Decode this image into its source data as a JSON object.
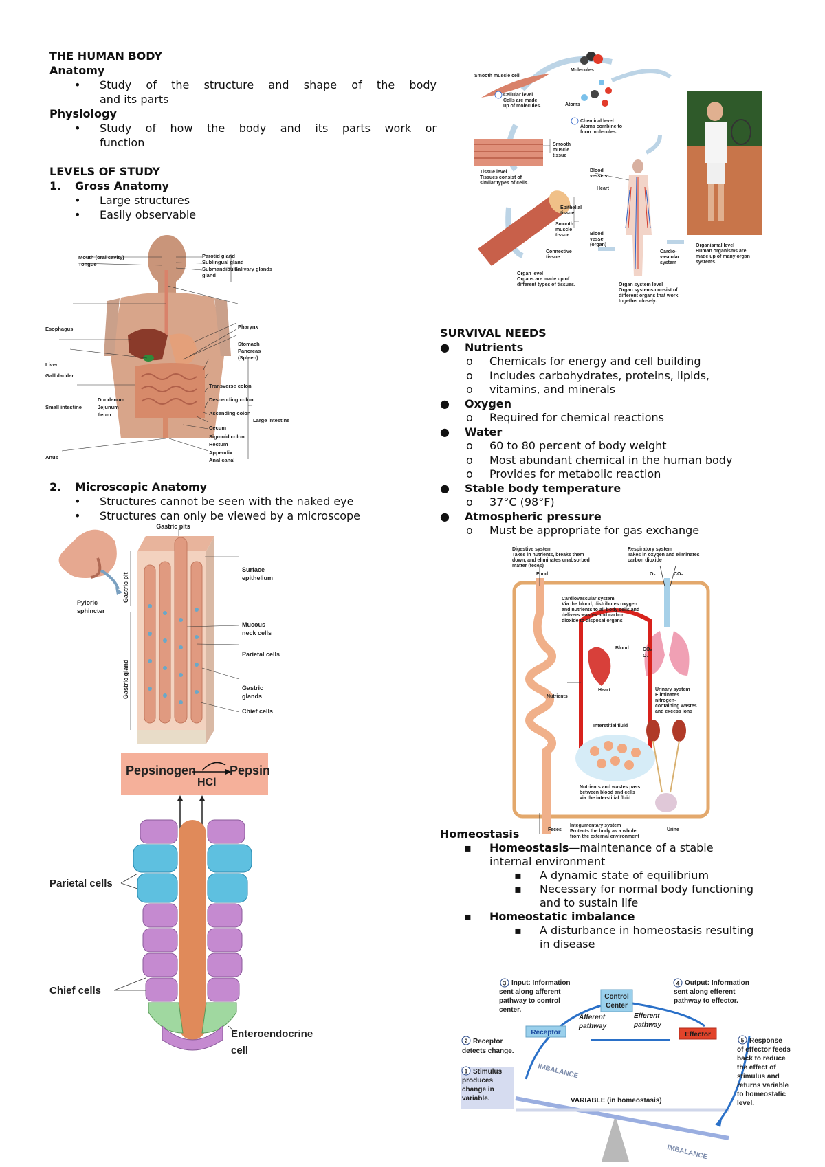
{
  "left": {
    "title": "THE HUMAN BODY",
    "anatomy_heading": "Anatomy",
    "anatomy_text_1": "Study of the structure and shape of the body",
    "anatomy_text_2": "and its parts",
    "physiology_heading": "Physiology",
    "physiology_text_1": "Study of how the body and its parts work or",
    "physiology_text_2": "function",
    "levels_heading": "LEVELS OF STUDY",
    "gross_number": "1.",
    "gross_heading": "Gross Anatomy",
    "gross_items": [
      "Large structures",
      "Easily observable"
    ],
    "micro_number": "2.",
    "micro_heading": "Microscopic Anatomy",
    "micro_items": [
      "Structures cannot be seen with the naked eye",
      "Structures can only be viewed by a microscope"
    ]
  },
  "digestive_figure": {
    "labels": {
      "mouth": "Mouth (oral cavity)",
      "tongue": "Tongue",
      "esophagus": "Esophagus",
      "liver": "Liver",
      "gallbladder": "Gallbladder",
      "small_intestine": "Small intestine",
      "anus": "Anus",
      "parotid": "Parotid gland",
      "sublingual": "Sublingual gland",
      "submandibular": "Submandibular",
      "gland": "gland",
      "salivary": "Salivary glands",
      "pharynx": "Pharynx",
      "stomach": "Stomach",
      "pancreas": "Pancreas",
      "spleen": "(Spleen)",
      "duodenum": "Duodenum",
      "jejunum": "Jejunum",
      "ileum": "Ileum",
      "transverse": "Transverse colon",
      "descending": "Descending colon",
      "ascending": "Ascending colon",
      "cecum": "Cecum",
      "sigmoid": "Sigmoid colon",
      "rectum": "Rectum",
      "appendix": "Appendix",
      "anal_canal": "Anal canal",
      "large_intestine": "Large intestine"
    }
  },
  "gastric_figure": {
    "labels": {
      "gastric_pits": "Gastric pits",
      "surface_1": "Surface",
      "surface_2": "epithelium",
      "pyloric_1": "Pyloric",
      "pyloric_2": "sphincter",
      "gastric_pit_side": "Gastric pit",
      "gastric_gland_side": "Gastric gland",
      "mucous_1": "Mucous",
      "mucous_2": "neck cells",
      "parietal": "Parietal cells",
      "gastric_glands_1": "Gastric",
      "gastric_glands_2": "glands",
      "chief": "Chief cells"
    }
  },
  "pepsin_figure": {
    "labels": {
      "pepsinogen": "Pepsinogen",
      "pepsin": "Pepsin",
      "hcl": "HCl",
      "parietal": "Parietal cells",
      "chief": "Chief cells",
      "entero_1": "Enteroendocrine",
      "entero_2": "cell"
    }
  },
  "levels_figure": {
    "labels": {
      "smooth_muscle_cell": "Smooth muscle cell",
      "molecules": "Molecules",
      "atoms": "Atoms",
      "cellular_1": "Cellular level",
      "cellular_2": "Cells are made",
      "cellular_3": "up of molecules.",
      "chemical_1": "Chemical level",
      "chemical_2": "Atoms combine to",
      "chemical_3": "form molecules.",
      "smooth_tissue_1": "Smooth",
      "smooth_tissue_2": "muscle",
      "smooth_tissue_3": "tissue",
      "tissue_1": "Tissue level",
      "tissue_2": "Tissues consist of",
      "tissue_3": "similar types of cells.",
      "blood_vessels_1": "Blood",
      "blood_vessels_2": "vessels",
      "heart": "Heart",
      "epithelial_1": "Epithelial",
      "epithelial_2": "tissue",
      "smooth_muscle_1": "Smooth",
      "smooth_muscle_2": "muscle",
      "smooth_muscle_3": "tissue",
      "connective_1": "Connective",
      "connective_2": "tissue",
      "blood_vessel_organ_1": "Blood",
      "blood_vessel_organ_2": "vessel",
      "blood_vessel_organ_3": "(organ)",
      "cardio_1": "Cardio-",
      "cardio_2": "vascular",
      "cardio_3": "system",
      "organ_1": "Organ level",
      "organ_2": "Organs are made up of",
      "organ_3": "different types of tissues.",
      "system_1": "Organ system level",
      "system_2": "Organ systems consist of",
      "system_3": "different organs that work",
      "system_4": "together closely.",
      "organismal_1": "Organismal level",
      "organismal_2": "Human organisms are",
      "organismal_3": "made up of many organ",
      "organismal_4": "systems."
    }
  },
  "survival": {
    "heading": "SURVIVAL NEEDS",
    "needs": [
      {
        "name": "Nutrients",
        "items": [
          "Chemicals for energy and cell building",
          "Includes carbohydrates, proteins, lipids,",
          "vitamins, and minerals"
        ]
      },
      {
        "name": "Oxygen",
        "items": [
          "Required for chemical reactions"
        ]
      },
      {
        "name": "Water",
        "items": [
          "60 to 80 percent of body weight",
          "Most abundant chemical in the human body",
          "Provides for metabolic reaction"
        ]
      },
      {
        "name": "Stable body temperature",
        "items": [
          "37°C (98°F)"
        ]
      },
      {
        "name": "Atmospheric pressure",
        "items": [
          "Must be appropriate for gas exchange"
        ]
      }
    ]
  },
  "systems_figure": {
    "labels": {
      "digestive_1": "Digestive system",
      "digestive_2": "Takes in nutrients, breaks them",
      "digestive_3": "down, and eliminates unabsorbed",
      "digestive_4": "matter (feces)",
      "respiratory_1": "Respiratory system",
      "respiratory_2": "Takes in oxygen and eliminates",
      "respiratory_3": "carbon dioxide",
      "food": "Food",
      "o2": "O₂",
      "co2": "CO₂",
      "cardio_1": "Cardiovascular system",
      "cardio_2": "Via the blood, distributes oxygen",
      "cardio_3": "and nutrients to all body cells and",
      "cardio_4": "delivers wastes and carbon",
      "cardio_5": "dioxide to disposal organs",
      "blood": "Blood",
      "co2_small": "CO₂",
      "o2_small": "O₂",
      "heart": "Heart",
      "nutrients": "Nutrients",
      "urinary_1": "Urinary system",
      "urinary_2": "Eliminates",
      "urinary_3": "nitrogen-",
      "urinary_4": "containing wastes",
      "urinary_5": "and excess ions",
      "interstitial": "Interstitial fluid",
      "pass_1": "Nutrients and wastes pass",
      "pass_2": "between blood and cells",
      "pass_3": "via the interstitial fluid",
      "feces": "Feces",
      "integ_1": "Integumentary system",
      "integ_2": "Protects the body as a whole",
      "integ_3": "from the external environment",
      "urine": "Urine"
    }
  },
  "homeostasis": {
    "heading": "Homeostasis",
    "item1_bold": "Homeostasis",
    "item1_rest": "—maintenance of a stable",
    "item1_line2": "internal environment",
    "sub1": [
      "A dynamic state of equilibrium",
      "Necessary for normal body functioning",
      "and to sustain life"
    ],
    "item2_bold": "Homeostatic imbalance",
    "sub2": [
      "A disturbance in homeostasis resulting",
      "in disease"
    ]
  },
  "feedback_figure": {
    "labels": {
      "input_1": "Input: Information",
      "input_2": "sent along afferent",
      "input_3": "pathway to control",
      "input_4": "center.",
      "output_1": "Output: Information",
      "output_2": "sent along efferent",
      "output_3": "pathway to effector.",
      "control_1": "Control",
      "control_2": "Center",
      "afferent_1": "Afferent",
      "afferent_2": "pathway",
      "efferent_1": "Efferent",
      "efferent_2": "pathway",
      "receptor": "Receptor",
      "effector": "Effector",
      "receptor_note_1": "Receptor",
      "receptor_note_2": "detects change.",
      "stimulus_1": "Stimulus",
      "stimulus_2": "produces",
      "stimulus_3": "change in",
      "stimulus_4": "variable.",
      "response_1": "Response",
      "response_2": "of effector feeds",
      "response_3": "back to reduce",
      "response_4": "the effect of",
      "response_5": "stimulus and",
      "response_6": "returns variable",
      "response_7": "to homeostatic",
      "response_8": "level.",
      "imbalance_top": "IMBALANCE",
      "imbalance_bottom": "IMBALANCE",
      "variable": "VARIABLE (in homeostasis)",
      "n1": "1",
      "n2": "2",
      "n3": "3",
      "n4": "4",
      "n5": "5"
    }
  }
}
